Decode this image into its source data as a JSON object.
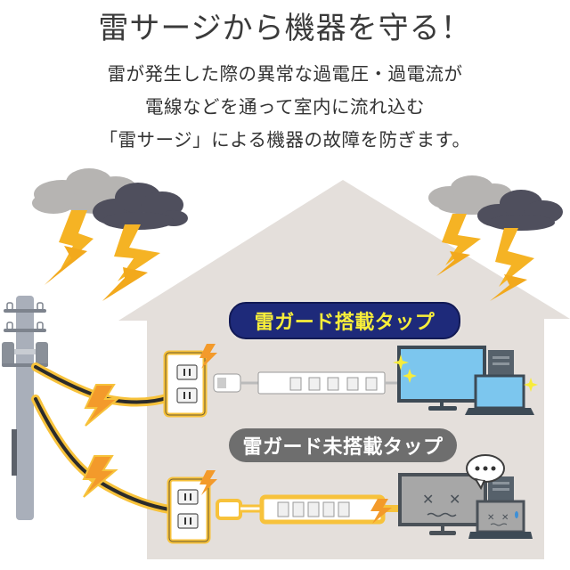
{
  "headline": "雷サージから機器を守る！",
  "description": [
    "雷が発生した際の異常な過電圧・過電流が",
    "電線などを通って室内に流れ込む",
    "「雷サージ」による機器の故障を防ぎます。"
  ],
  "labels": {
    "protected": "雷ガード搭載タップ",
    "unprotected": "雷ガード未搭載タップ"
  },
  "speech_bubble": "•••",
  "colors": {
    "house": "#e4dfdb",
    "badge_protected_bg": "#1e2a7a",
    "badge_protected_text": "#f7ee3a",
    "badge_unprotected_bg": "#6e6e6e",
    "lightning": "#f5b324",
    "screen": "#7cc6ee"
  }
}
